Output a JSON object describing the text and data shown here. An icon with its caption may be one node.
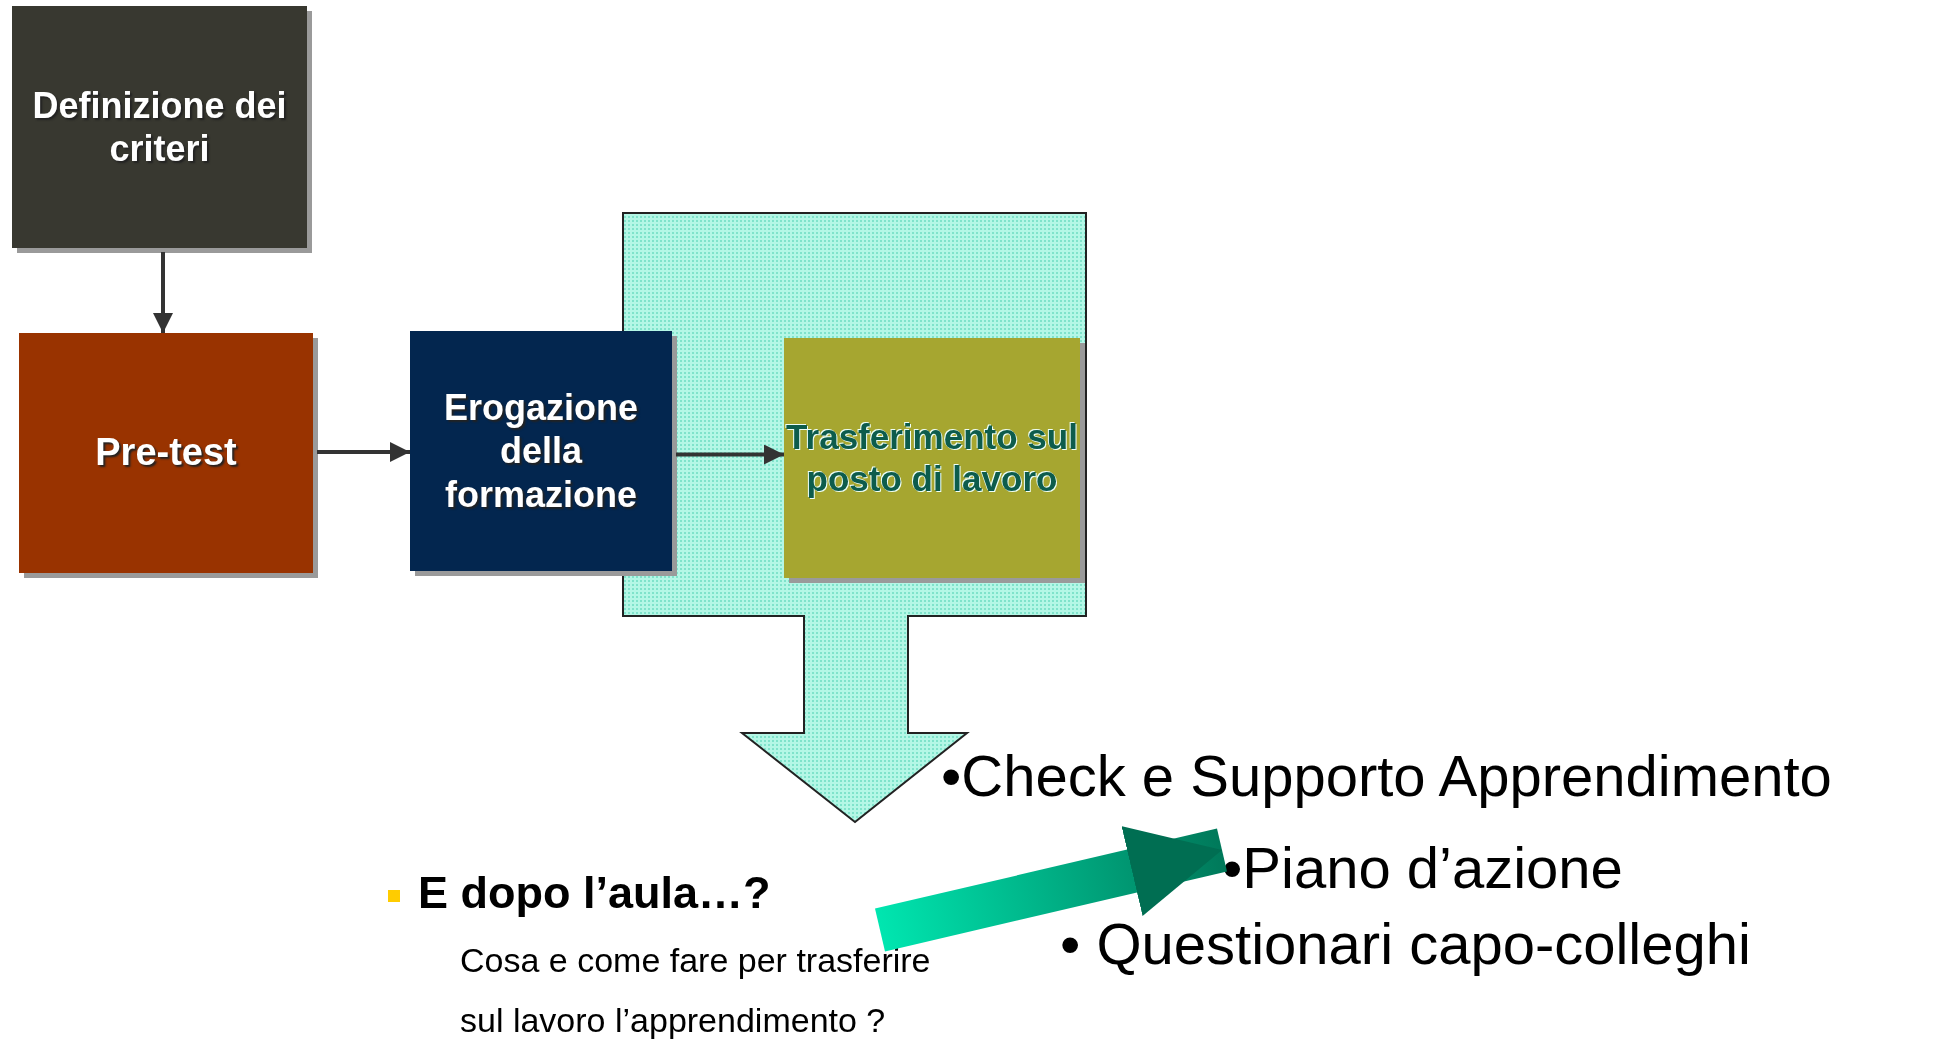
{
  "diagram": {
    "nodes": [
      {
        "text": [
          "Definizione dei criteri"
        ]
      },
      {
        "text": [
          "Pre-test"
        ]
      },
      {
        "text": [
          "Erogazione della formazione"
        ]
      },
      {
        "text": [
          "Trasferimento sul posto di lavoro"
        ]
      },
      {
        "text": [
          "E dopo l’aula…?",
          "Cosa e come fare per trasferire sul lavoro l’apprendimento ?"
        ]
      },
      {
        "text": [
          "•Check e Supporto Apprendimento"
        ]
      },
      {
        "text": [
          "•Piano d’azione"
        ]
      },
      {
        "text": [
          "• Questionari capo-colleghi"
        ]
      }
    ],
    "edges": [
      {
        "from": 0,
        "to": 1,
        "arrow": "to"
      },
      {
        "from": 1,
        "to": 2,
        "arrow": "to"
      },
      {
        "from": 2,
        "to": 3,
        "arrow": "to"
      },
      {
        "from": 4,
        "to": 6,
        "arrow": "to",
        "style": "thick",
        "color": "#00795a"
      }
    ]
  }
}
